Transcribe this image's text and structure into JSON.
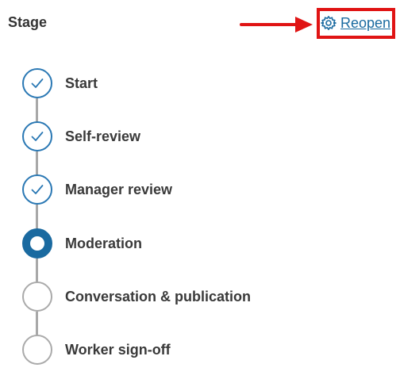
{
  "header": {
    "title": "Stage",
    "reopen_label": "Reopen",
    "reopen_icon": "gear-icon",
    "link_color": "#1a6aa0",
    "highlight_color": "#e01414"
  },
  "steps": [
    {
      "label": "Start",
      "status": "complete"
    },
    {
      "label": "Self-review",
      "status": "complete"
    },
    {
      "label": "Manager review",
      "status": "complete"
    },
    {
      "label": "Moderation",
      "status": "current"
    },
    {
      "label": "Conversation & publication",
      "status": "pending"
    },
    {
      "label": "Worker sign-off",
      "status": "pending"
    }
  ],
  "colors": {
    "complete": "#2a78b4",
    "current": "#1a6aa0",
    "pending": "#aaaaaa",
    "connector": "#a8a8a8"
  }
}
